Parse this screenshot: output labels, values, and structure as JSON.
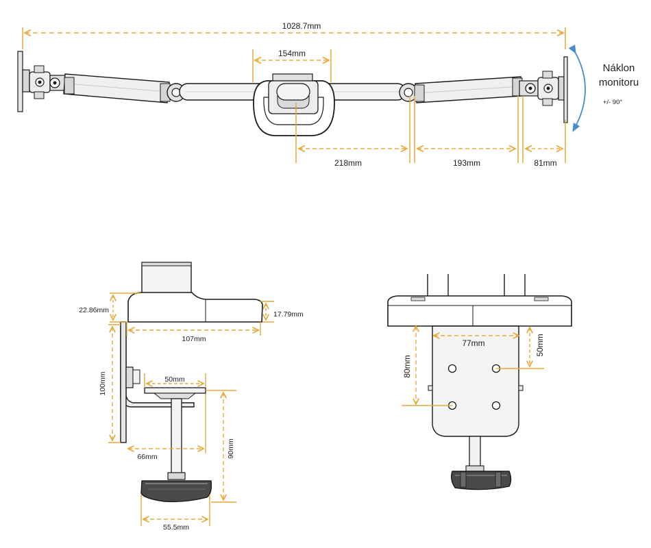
{
  "colors": {
    "dimension": "#E8A93A",
    "tilt_arrow": "#4A8CC8",
    "outline": "#1a1a1a",
    "fill_light": "#f2f2f2",
    "fill_mid": "#e2e2e2",
    "fill_dark": "#bdbdbd"
  },
  "top_view": {
    "total_width": "1028.7mm",
    "base_width": "154mm",
    "arm_segment_1": "218mm",
    "arm_segment_2": "193mm",
    "arm_segment_3": "81mm",
    "tilt_label_line1": "Náklon",
    "tilt_label_line2": "monitoru",
    "tilt_angle": "+/- 90°"
  },
  "side_view": {
    "base_height": "22.86mm",
    "base_depth": "107mm",
    "base_front_height": "17.79mm",
    "clamp_height": "100mm",
    "plate_width": "50mm",
    "clamp_reach": "66mm",
    "screw_height": "90mm",
    "knob_width": "55.5mm"
  },
  "rear_view": {
    "hole_spacing_h": "77mm",
    "hole_spacing_v": "80mm",
    "hole_offset": "50mm"
  }
}
